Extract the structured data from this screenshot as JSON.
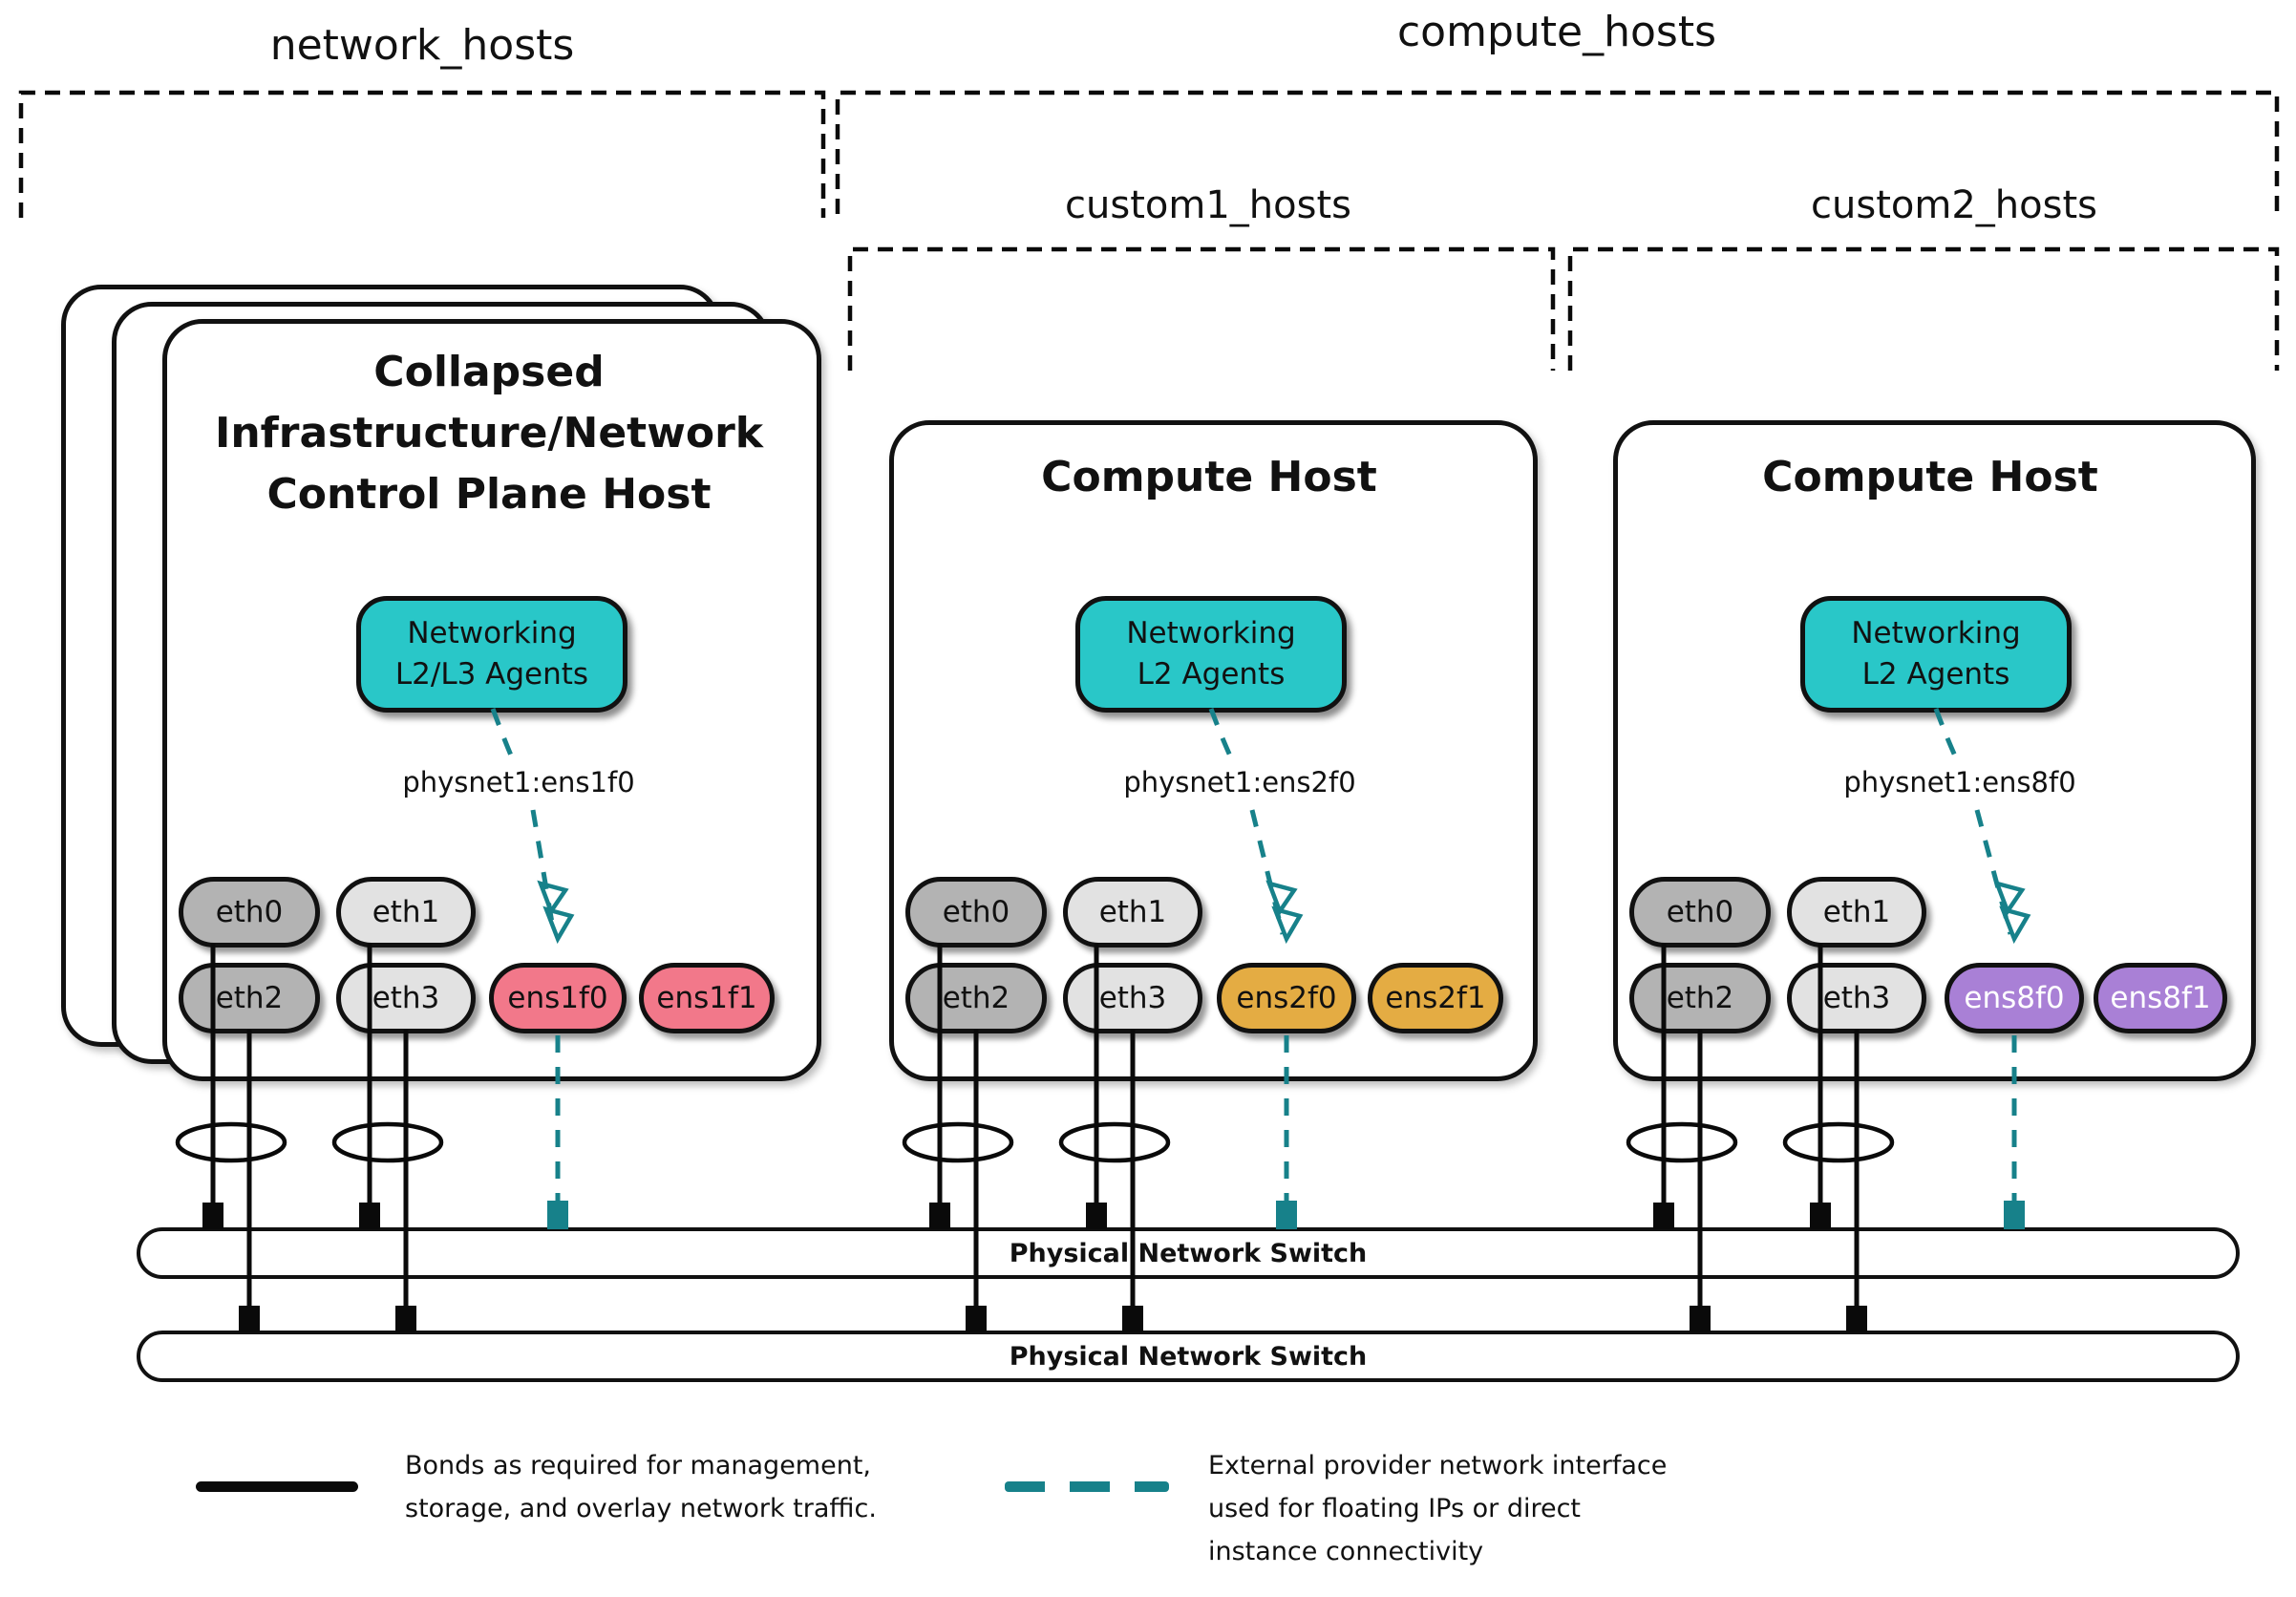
{
  "groups": {
    "network": {
      "label": "network_hosts"
    },
    "compute": {
      "label": "compute_hosts"
    },
    "custom1": {
      "label": "custom1_hosts"
    },
    "custom2": {
      "label": "custom2_hosts"
    }
  },
  "hosts": {
    "network_host": {
      "title_lines": [
        "Collapsed",
        "Infrastructure/Network",
        "Control Plane Host"
      ],
      "agent_lines": [
        "Networking",
        "L2/L3 Agents"
      ],
      "physnet_label": "physnet1:ens1f0",
      "nics": {
        "eth0": "eth0",
        "eth1": "eth1",
        "eth2": "eth2",
        "eth3": "eth3",
        "ensf0": "ens1f0",
        "ensf1": "ens1f1"
      }
    },
    "compute_host1": {
      "title": "Compute Host",
      "agent_lines": [
        "Networking",
        "L2 Agents"
      ],
      "physnet_label": "physnet1:ens2f0",
      "nics": {
        "eth0": "eth0",
        "eth1": "eth1",
        "eth2": "eth2",
        "eth3": "eth3",
        "ensf0": "ens2f0",
        "ensf1": "ens2f1"
      }
    },
    "compute_host2": {
      "title": "Compute Host",
      "agent_lines": [
        "Networking",
        "L2 Agents"
      ],
      "physnet_label": "physnet1:ens8f0",
      "nics": {
        "eth0": "eth0",
        "eth1": "eth1",
        "eth2": "eth2",
        "eth3": "eth3",
        "ensf0": "ens8f0",
        "ensf1": "ens8f1"
      }
    }
  },
  "switches": {
    "switch1": "Physical Network Switch",
    "switch2": "Physical Network Switch"
  },
  "legend": {
    "bond": {
      "lines": [
        "Bonds as required for management,",
        "storage, and overlay network traffic."
      ]
    },
    "external": {
      "lines": [
        "External provider network interface",
        "used for floating IPs or direct",
        "instance connectivity"
      ]
    }
  },
  "colors": {
    "agent_teal": "#29C7C8",
    "dashed_teal": "#17818A",
    "nic_gray_dark": "#B3B3B3",
    "nic_gray_light": "#E2E2E2",
    "nic_pink": "#F2788A",
    "nic_gold": "#E4AC43",
    "nic_purple": "#A980D6",
    "line_black": "#0a0a0a"
  }
}
